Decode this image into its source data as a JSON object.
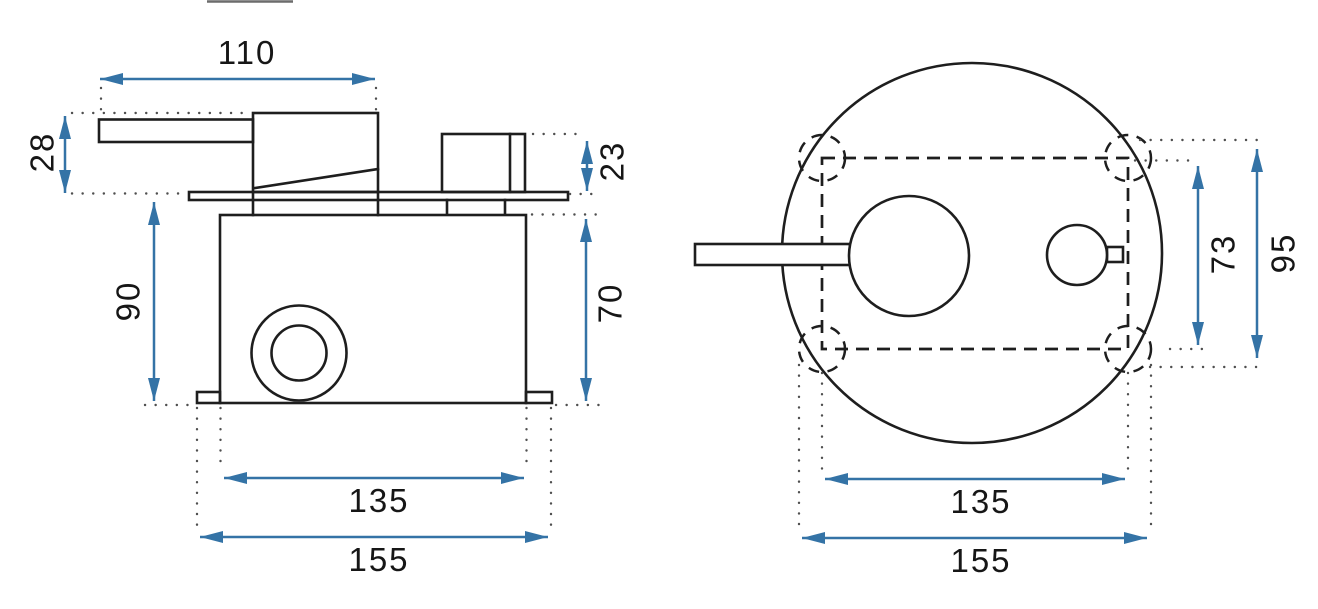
{
  "drawing": {
    "type": "technical-dimension-drawing",
    "subject": "concealed shower mixer valve - two projection views",
    "units_note": "",
    "colors": {
      "outline": "#1e1e1e",
      "dimension_blue": "#3473a6",
      "extension_dot_gray": "#4f4f4f",
      "background": "#ffffff",
      "label_text": "#161616"
    },
    "views": {
      "side": {
        "name": "side-profile-view",
        "dims": {
          "top_width": "110",
          "handle_offset": "28",
          "diverter_offset": "23",
          "trim_depth": "90",
          "box_depth": "70",
          "box_width": "135",
          "overall_width": "155"
        }
      },
      "front": {
        "name": "front-face-view",
        "dims": {
          "box_height": "73",
          "overall_height": "95",
          "box_width": "135",
          "overall_width": "155"
        }
      }
    }
  }
}
